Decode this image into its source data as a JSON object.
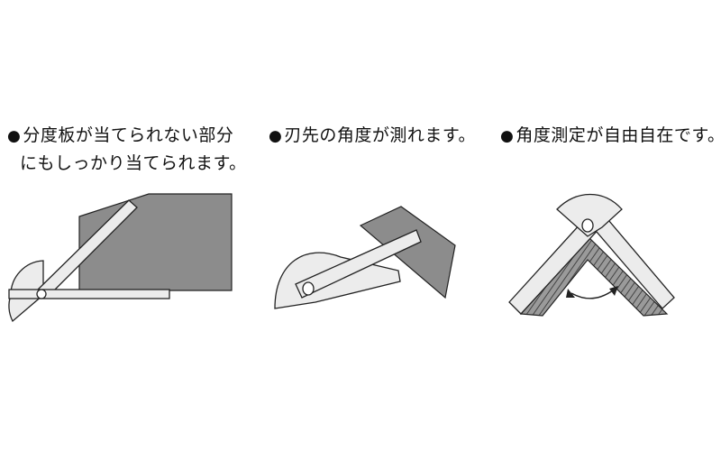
{
  "bullet_symbol": "●",
  "panels": [
    {
      "caption_lines": [
        "分度板が当てられない部分",
        "にもしっかり当てられます。"
      ],
      "illustration": "protractor-ruler-against-block"
    },
    {
      "caption_lines": [
        "刃先の角度が測れます。"
      ],
      "illustration": "protractor-measuring-blade-edge"
    },
    {
      "caption_lines": [
        "角度測定が自由自在です。"
      ],
      "illustration": "protractor-measuring-inside-angle"
    }
  ],
  "colors": {
    "block_gray": "#8c8c8c",
    "tool_fill": "#ececec",
    "outline": "#222222",
    "hatch": "#6e6e6e"
  }
}
